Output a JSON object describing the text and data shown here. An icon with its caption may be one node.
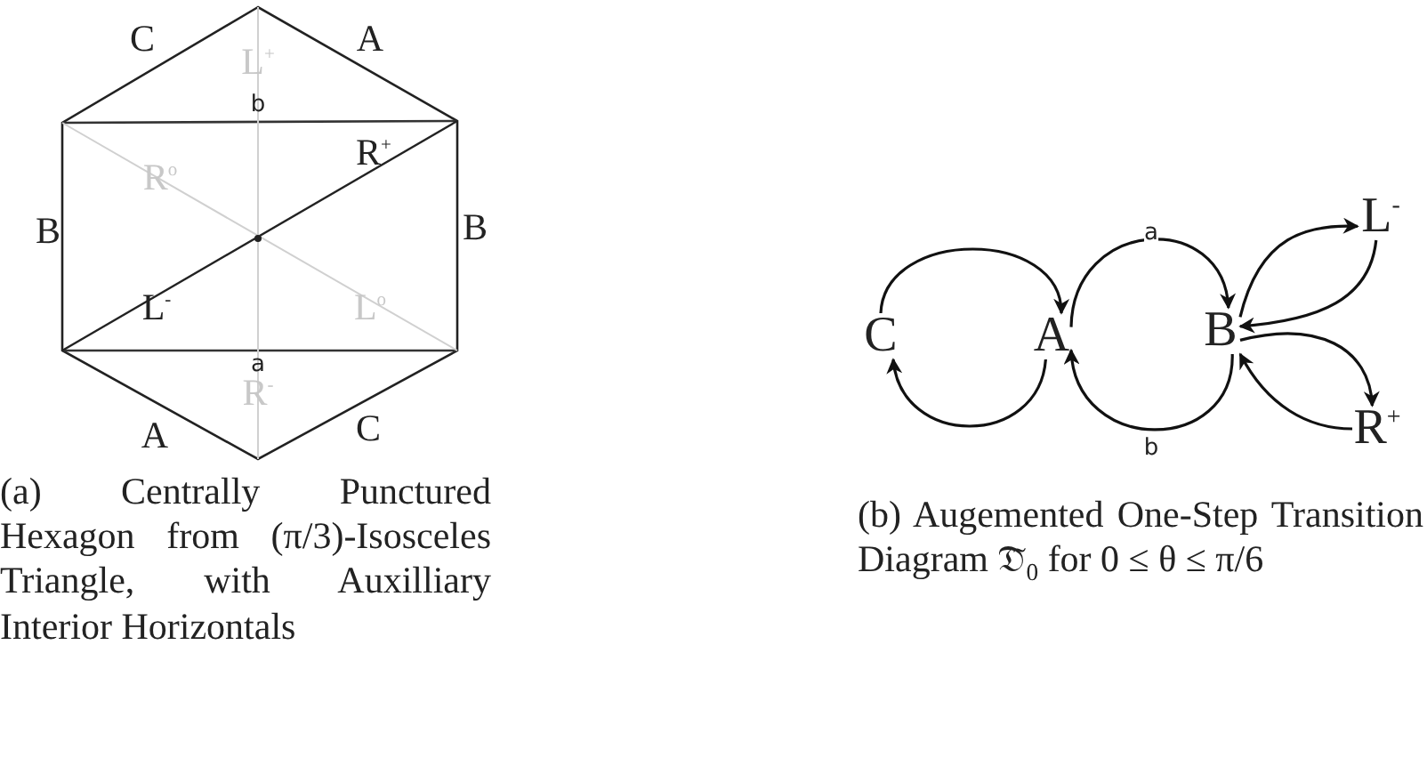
{
  "diagram": {
    "nodes": [
      {
        "text": [
          "C"
        ]
      },
      {
        "text": [
          "A"
        ]
      },
      {
        "text": [
          "B"
        ]
      },
      {
        "text": [
          "L$^{-}$"
        ]
      },
      {
        "text": [
          "R$^{+}$"
        ]
      }
    ],
    "edges": [
      {
        "from": 0,
        "to": 1,
        "arrow": "to"
      },
      {
        "from": 1,
        "to": 0,
        "arrow": "to"
      },
      {
        "from": 1,
        "to": 2,
        "arrow": "to",
        "label": "a"
      },
      {
        "from": 2,
        "to": 1,
        "arrow": "to",
        "label": "b"
      },
      {
        "from": 2,
        "to": 3,
        "arrow": "to"
      },
      {
        "from": 3,
        "to": 2,
        "arrow": "to"
      },
      {
        "from": 2,
        "to": 4,
        "arrow": "to"
      },
      {
        "from": 4,
        "to": 2,
        "arrow": "to"
      }
    ],
    "labels": [
      "C",
      "A",
      "L$^{+}$",
      "b",
      "R$^{o}$",
      "R$^{+}$",
      "B",
      "B",
      "L$^{-}$",
      "L$^{o}$",
      "a",
      "R$^{-}$",
      "A",
      "C",
      "(a) Centrally Punctured Hexagon from (π/3)-Isosceles Triangle, with Auxilliary Interior Horizontals",
      "(b) Augemented One-Step Transition Diagram 𝔇̃$_{0}$ for 0 ≤ θ ≤ π/6"
    ]
  }
}
